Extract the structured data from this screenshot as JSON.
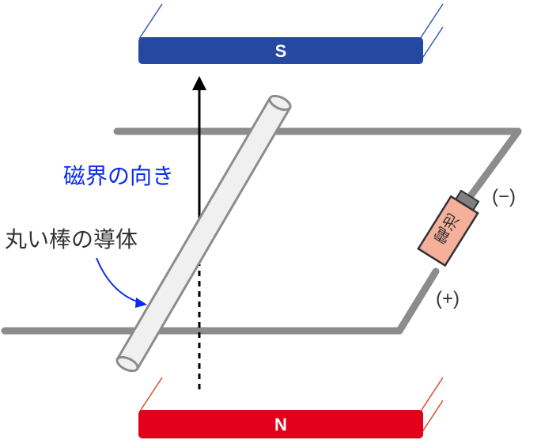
{
  "magnets": {
    "top": {
      "label": "S",
      "color": "#2548a0",
      "edge_color": "#3a5ab4"
    },
    "bottom": {
      "label": "N",
      "color": "#e3001b",
      "edge_color": "#e04a2a"
    }
  },
  "labels": {
    "field_direction": "磁界の向き",
    "conductor": "丸い棒の導体",
    "minus_terminal": "(−)",
    "plus_terminal": "(+)"
  },
  "battery": {
    "label": "電池",
    "body_color": "#f4b09b",
    "cap_color": "#808080"
  },
  "colors": {
    "rail": "#8c8c8c",
    "rod_fill": "#f0f0f0",
    "rod_stroke": "#8c8c8c",
    "annotation_blue": "#0a2bf0",
    "text": "#333333"
  }
}
